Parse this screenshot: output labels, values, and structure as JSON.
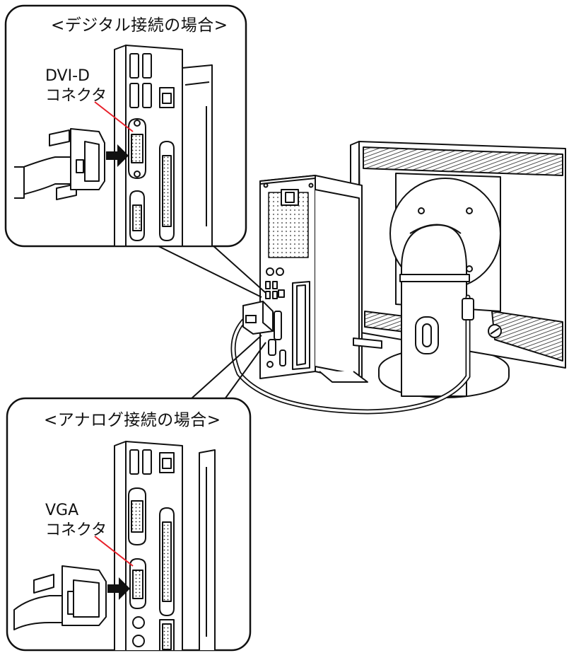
{
  "digital": {
    "title": "<デジタル接続の場合>",
    "connector_line1": "DVI-D",
    "connector_line2": "コネクタ"
  },
  "analog": {
    "title": "<アナログ接続の場合>",
    "connector_line1": "VGA",
    "connector_line2": "コネクタ"
  },
  "colors": {
    "line": "#111111",
    "pointer": "#e8202a",
    "arrow": "#111111",
    "mesh": "#777777"
  }
}
